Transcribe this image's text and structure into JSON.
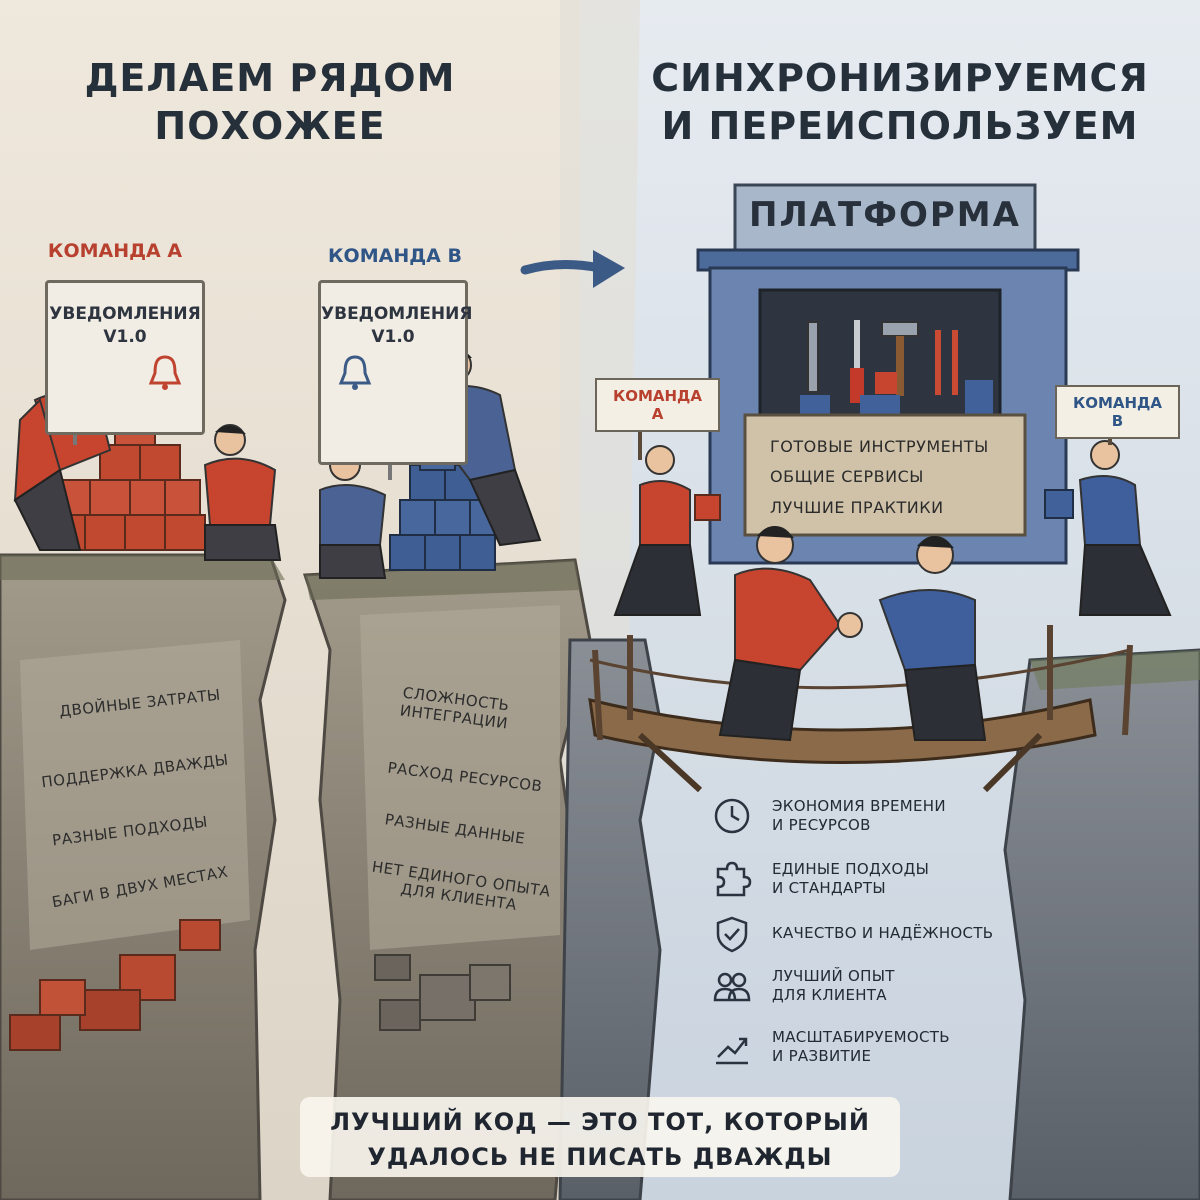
{
  "left": {
    "heading": "ДЕЛАЕМ РЯДОМ\nПОХОЖЕЕ",
    "team_a_label": "КОМАНДА А",
    "team_b_label": "КОМАНДА В",
    "sign_a_text": "УВЕДОМЛЕНИЯ\nV1.0",
    "sign_b_text": "УВЕДОМЛЕНИЯ\nV1.0",
    "cliff_a_items": [
      "ДВОЙНЫЕ ЗАТРАТЫ",
      "ПОДДЕРЖКА ДВАЖДЫ",
      "РАЗНЫЕ ПОДХОДЫ",
      "БАГИ В ДВУХ МЕСТАХ"
    ],
    "cliff_b_items": [
      "СЛОЖНОСТЬ\nИНТЕГРАЦИИ",
      "РАСХОД РЕСУРСОВ",
      "РАЗНЫЕ ДАННЫЕ",
      "НЕТ ЕДИНОГО ОПЫТА\nДЛЯ КЛИЕНТА"
    ]
  },
  "right": {
    "heading": "СИНХРОНИЗИРУЕМСЯ\nИ ПЕРЕИСПОЛЬЗУЕМ",
    "platform_title": "ПЛАТФОРМА",
    "platform_items": "ГОТОВЫЕ ИНСТРУМЕНТЫ\nОБЩИЕ СЕРВИСЫ\nЛУЧШИЕ ПРАКТИКИ",
    "tag_team_a": "КОМАНДА А",
    "tag_team_b": "КОМАНДА В",
    "benefits": [
      {
        "icon": "clock-icon",
        "label": "ЭКОНОМИЯ ВРЕМЕНИ\nИ РЕСУРСОВ"
      },
      {
        "icon": "puzzle-icon",
        "label": "ЕДИНЫЕ ПОДХОДЫ\nИ СТАНДАРТЫ"
      },
      {
        "icon": "shield-check-icon",
        "label": "КАЧЕСТВО И НАДЁЖНОСТЬ"
      },
      {
        "icon": "people-icon",
        "label": "ЛУЧШИЙ ОПЫТ\nДЛЯ КЛИЕНТА"
      },
      {
        "icon": "growth-chart-icon",
        "label": "МАСШТАБИРУЕМОСТЬ\nИ РАЗВИТИЕ"
      }
    ]
  },
  "quote": "ЛУЧШИЙ КОД — ЭТО ТОТ, КОТОРЫЙ\nУДАЛОСЬ НЕ ПИСАТЬ ДВАЖДЫ",
  "colors": {
    "team_a": "#c5452f",
    "team_b": "#3b5d91",
    "platform": "#5f7aa8",
    "rock": "#8d8677"
  }
}
